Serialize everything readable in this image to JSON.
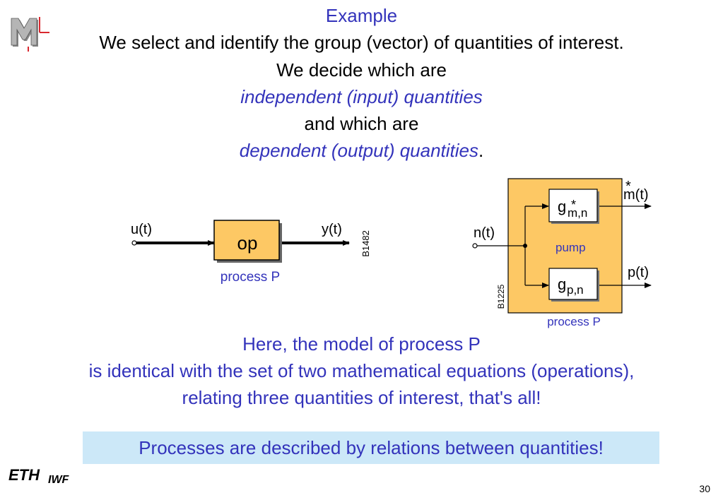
{
  "header": {
    "title": "Example",
    "line1": "We select and identify the group (vector) of quantities of interest.",
    "line2": "We decide which are",
    "line3": "independent (input) quantities",
    "line4": "and which are",
    "line5": "dependent (output) quantities",
    "line5_end": "."
  },
  "diagram_left": {
    "input_label": "u(t)",
    "output_label": "y(t)",
    "box_label": "op",
    "caption": "process P",
    "code": "B1482"
  },
  "diagram_right": {
    "input_label": "n(t)",
    "output_top_label": "m(t)",
    "output_top_star": "*",
    "output_bottom_label": "p(t)",
    "box_top_main": "g",
    "box_top_sub": "m,n",
    "box_top_star": "*",
    "box_bottom_main": "g",
    "box_bottom_sub": "p,n",
    "center_label": "pump",
    "caption": "process P",
    "code": "B1225"
  },
  "body": {
    "line1": "Here, the model of process P",
    "line2": "is identical with the set of two mathematical equations (operations),",
    "line3": "relating three quantities of interest, that's all!"
  },
  "callout": "Processes are described by relations between quantities!",
  "footer": {
    "eth": "ETH",
    "iwf": "IWF",
    "page": "30"
  },
  "colors": {
    "blue_text": "#3333bb",
    "box_fill": "#fdc864",
    "callout_bg": "#cce8f8",
    "logo_red": "#d9282f"
  }
}
